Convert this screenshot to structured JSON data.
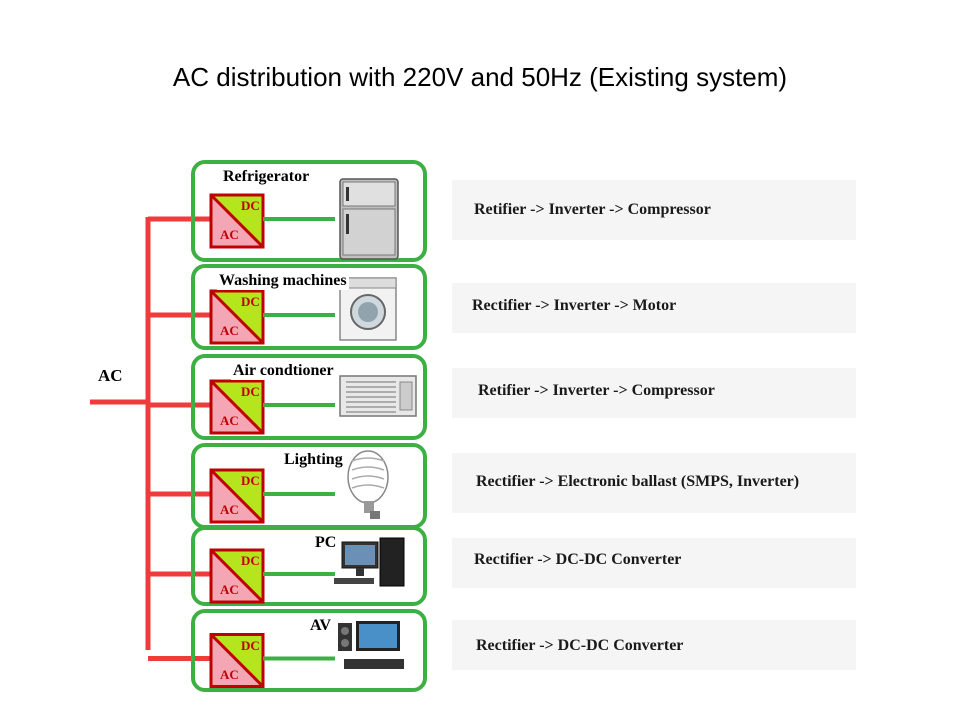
{
  "title": "AC distribution with 220V and 50Hz (Existing system)",
  "source_label": "AC",
  "converter": {
    "top_label": "DC",
    "bottom_label": "AC"
  },
  "devices": [
    {
      "name": "Refrigerator",
      "chain": "Retifier -> Inverter -> Compressor",
      "icon": "refrigerator-icon"
    },
    {
      "name": "Washing machines",
      "chain": "Rectifier -> Inverter -> Motor",
      "icon": "washing-machine-icon"
    },
    {
      "name": "Air condtioner",
      "chain": "Retifier -> Inverter -> Compressor",
      "icon": "air-conditioner-icon"
    },
    {
      "name": "Lighting",
      "chain": "Rectifier -> Electronic ballast (SMPS, Inverter)",
      "icon": "light-bulb-icon"
    },
    {
      "name": "PC",
      "chain": "Rectifier -> DC-DC Converter",
      "icon": "pc-icon"
    },
    {
      "name": "AV",
      "chain": "Rectifier -> DC-DC Converter",
      "icon": "tv-icon"
    }
  ],
  "colors": {
    "bus": "#ee3b3b",
    "box_border": "#3cb043",
    "dc_fill": "#b5e61d",
    "ac_fill": "#f4a6b4",
    "converter_red": "#c00000"
  }
}
